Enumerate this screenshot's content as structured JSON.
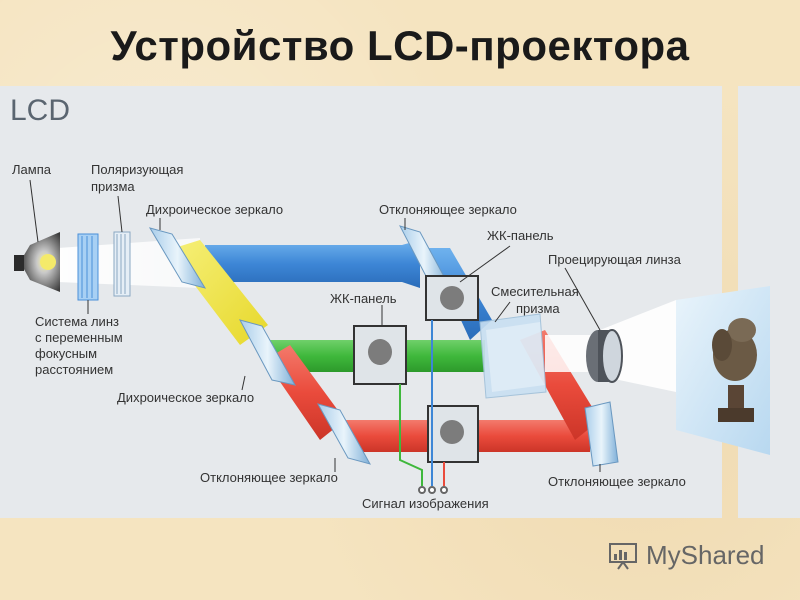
{
  "title": "Устройство LCD-проектора",
  "diagram_heading": "LCD",
  "labels": {
    "lamp": "Лампа",
    "polarizing_prism_1": "Поляризующая",
    "polarizing_prism_2": "призма",
    "dichroic_mirror_top": "Дихроическое зеркало",
    "deflecting_mirror_top": "Отклоняющее зеркало",
    "lc_panel_top": "ЖК-панель",
    "projection_lens": "Проецирующая линза",
    "mixing_prism_1": "Смесительная",
    "mixing_prism_2": "призма",
    "lc_panel_middle": "ЖК-панель",
    "lens_system_1": "Система линз",
    "lens_system_2": "с переменным",
    "lens_system_3": "фокусным",
    "lens_system_4": "расстоянием",
    "dichroic_mirror_bottom": "Дихроическое зеркало",
    "deflecting_mirror_bottom_left": "Отклоняющее зеркало",
    "deflecting_mirror_bottom_right": "Отклоняющее зеркало",
    "image_signal": "Сигнал изображения"
  },
  "beam_colors": {
    "blue": "#3d86d6",
    "green": "#3fb83c",
    "red": "#ea4b3c",
    "yellow": "#f3ea3a"
  },
  "brand": {
    "text": "MyShared"
  }
}
